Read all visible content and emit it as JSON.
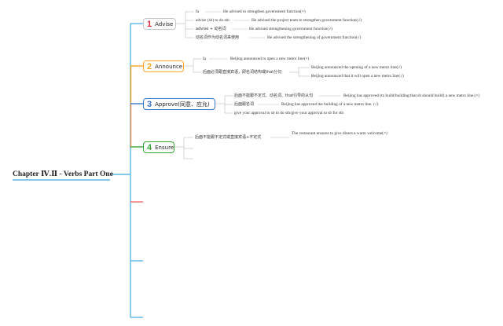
{
  "title": "Chapter Ⅳ.Ⅱ - Verbs Part One",
  "colors": {
    "advise": "#d8283a",
    "announce": "#f5a623",
    "approve": "#3a76c4",
    "ensure": "#3aa43a",
    "trunk": "#5ab6e6",
    "approve_branch": "#f08a4b",
    "announce_branch": "#7fd4ee",
    "extra_red": "#f07070",
    "leaf_line": "#cccccc"
  },
  "branches": [
    {
      "num": "1",
      "label": "Advise",
      "items": [
        {
          "text": "fa",
          "example": "He advised to strengthen government function(×)"
        },
        {
          "text": "advise (sb) to do sth",
          "example": "He advised the project team to strengthen government function(√)"
        },
        {
          "text": "advise + 动名词",
          "example": "He advised strengthening government function(√)"
        },
        {
          "text": "动名词作为动名词来使用",
          "example": "He advised the strengthening of government function(√)"
        }
      ]
    },
    {
      "num": "2",
      "label": "Announce",
      "items": [
        {
          "text": "fa",
          "example": "Beijing announced to open a new metro line(×)"
        },
        {
          "text": "后面必须跟直接宾语，即名词结构或that分句",
          "examples": [
            "Beijing announced the opening of a new metro line(√)",
            "Beijing announced that it will open a new metro line(√)"
          ]
        }
      ]
    },
    {
      "num": "3",
      "label": "Approve(同意、应允)",
      "items": [
        {
          "text": "后面不能跟不定式、动名词、that引导的从句",
          "example": "Beijing has approved (to build/building/that sb should build) a new metro line.(×)"
        },
        {
          "text": "后面跟名词",
          "example": "Beijing has approved the building of a new metro line. (√)"
        },
        {
          "text": "give your approval to sb to do sth/give your approval to sb for sth"
        }
      ]
    },
    {
      "num": "4",
      "label": "Ensure",
      "items": [
        {
          "text": "后面不能跟不定式或直接宾语+不定式",
          "example": "The restaurant ensures to give diners a warm welcome(×)"
        }
      ]
    }
  ]
}
